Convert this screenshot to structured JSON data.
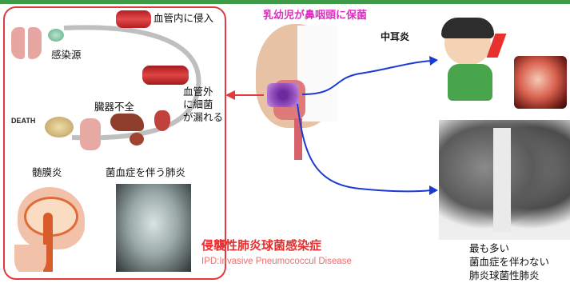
{
  "colors": {
    "panel_border": "#e23a3a",
    "title_magenta": "#e02ec3",
    "ipd_red": "#e5302f",
    "arrow_blue": "#1a3bd1",
    "arrow_red": "#e23a3a",
    "top_bar_green": "#3f9a47"
  },
  "left_panel": {
    "blood_entry": "血管内に侵入",
    "infection_source": "感染源",
    "bacteria_leak": [
      "血管外",
      "に細菌",
      "が漏れる"
    ],
    "organ_failure": "臓器不全",
    "death": "DEATH",
    "meningitis": "髄膜炎",
    "bacteremic_pneumonia": "菌血症を伴う肺炎",
    "ipd_title": "侵襲性肺炎球菌感染症",
    "ipd_english": "IPD:Invasive Pneumococcul Disease"
  },
  "center": {
    "title": "乳幼児が鼻咽頭に保菌"
  },
  "right": {
    "otitis_media": "中耳炎",
    "pneumonia_caption": [
      "最も多い",
      "菌血症を伴わない",
      "肺炎球菌性肺炎"
    ]
  }
}
